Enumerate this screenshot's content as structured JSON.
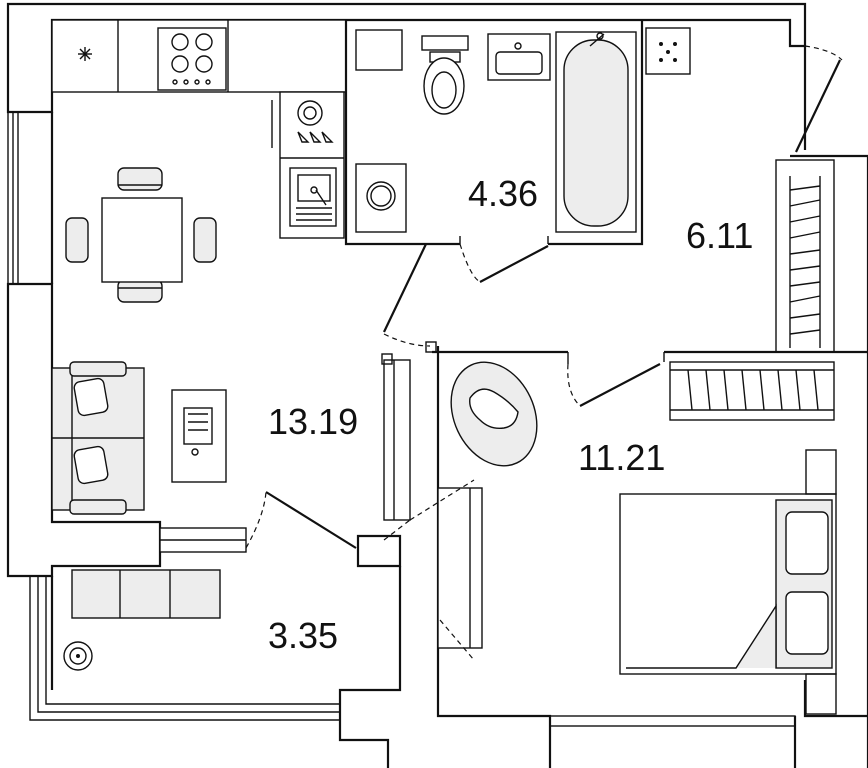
{
  "rooms": [
    {
      "id": "kitchen-living",
      "area": "13.19"
    },
    {
      "id": "bathroom",
      "area": "4.36"
    },
    {
      "id": "hallway",
      "area": "6.11"
    },
    {
      "id": "bedroom",
      "area": "11.21"
    },
    {
      "id": "loggia",
      "area": "3.35"
    }
  ],
  "colors": {
    "wall": "#111111",
    "furniture_fill": "#ededed",
    "background": "#ffffff"
  },
  "icons": [
    "floor-plan",
    "door-swing",
    "window",
    "stove",
    "sink",
    "toilet",
    "bathtub",
    "washing-machine",
    "bed",
    "sofa",
    "dining-table",
    "wardrobe",
    "rug",
    "lamp"
  ]
}
